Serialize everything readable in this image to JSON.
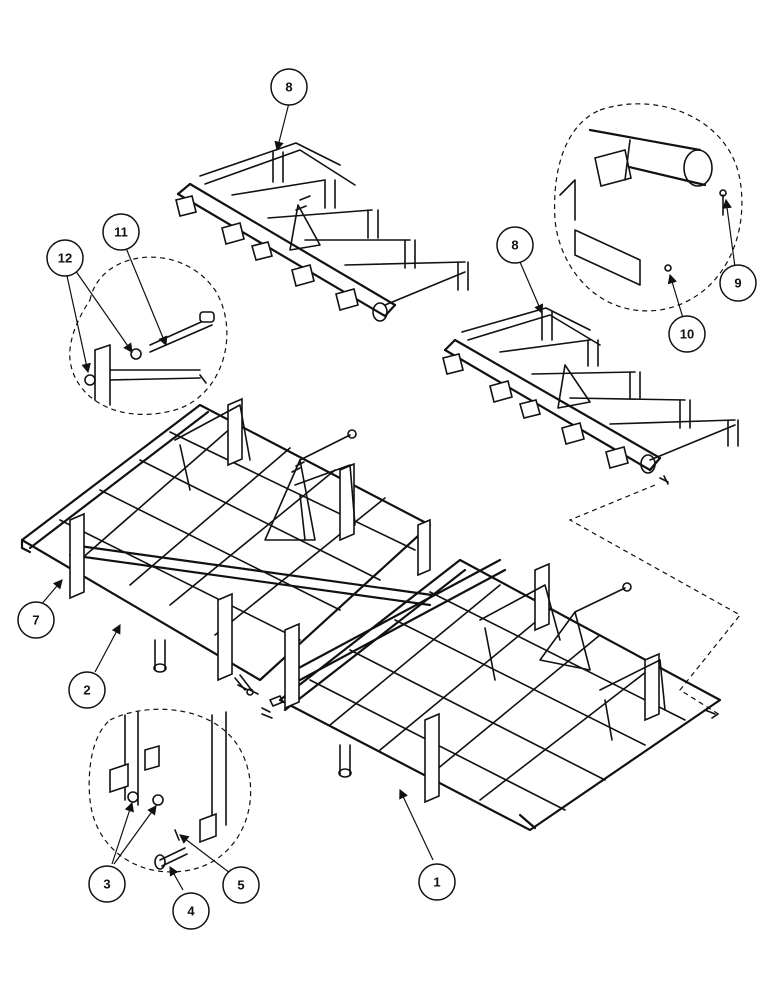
{
  "callouts": {
    "c1": "1",
    "c2": "2",
    "c3": "3",
    "c4": "4",
    "c5": "5",
    "c7": "7",
    "c8a": "8",
    "c8b": "8",
    "c9": "9",
    "c10": "10",
    "c11": "11",
    "c12": "12"
  }
}
